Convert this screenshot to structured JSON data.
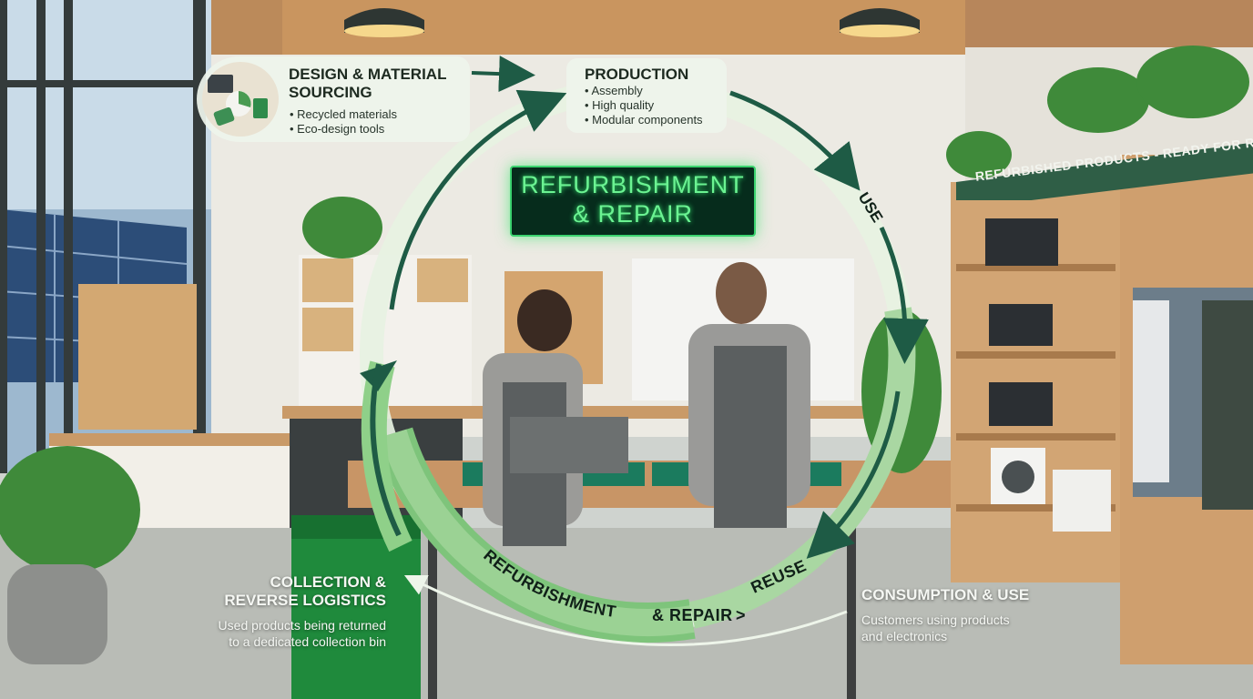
{
  "stages": {
    "design": {
      "title_line1": "DESIGN & MATERIAL",
      "title_line2": "SOURCING",
      "bullets": [
        "• Recycled materials",
        "• Eco-design tools"
      ]
    },
    "production": {
      "title": "PRODUCTION",
      "bullets": [
        "• Assembly",
        "• High quality",
        "• Modular components"
      ]
    },
    "use": {
      "label": "USE"
    },
    "consumption": {
      "title": "CONSUMPTION & USE",
      "desc_line1": "Customers using products",
      "desc_line2": "and electronics"
    },
    "refurbish": {
      "arc_text": "REFURBISHMENT",
      "arc_text2": "& REPAIR",
      "arrow": ">",
      "arc_text3": "REUSE"
    },
    "collection": {
      "title_line1": "COLLECTION &",
      "title_line2": "REVERSE LOGISTICS",
      "desc_line1": "Used products being returned",
      "desc_line2": "to a dedicated collection bin"
    }
  },
  "sign": {
    "line1": "REFURBISHMENT",
    "line2": "& REPAIR"
  },
  "shelf_banner": "REFURBISHED PRODUCTS - READY FOR REUSE",
  "colors": {
    "cycle_light": "#e7f2e2",
    "cycle_mid": "#a9d7a2",
    "cycle_dark": "#3c9a4e",
    "arrow_dark": "#1e5b45",
    "neon": "#6bf392"
  }
}
